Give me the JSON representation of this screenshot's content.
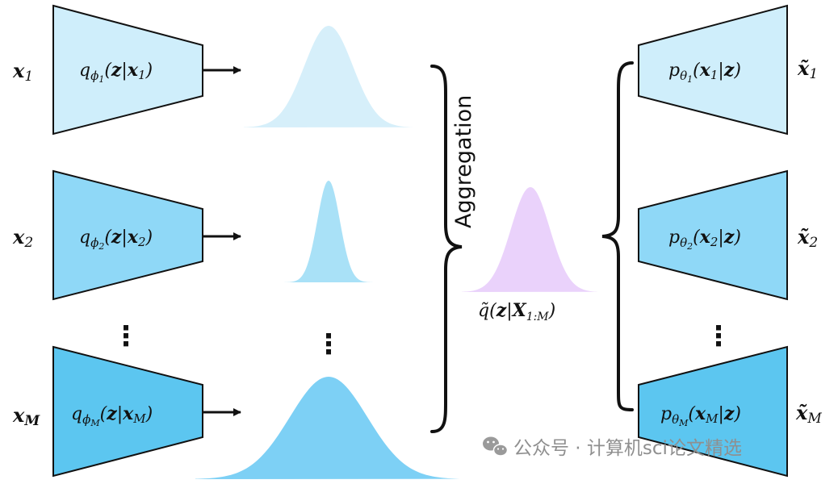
{
  "colors": {
    "encoder_1": "#cfeefb",
    "encoder_2": "#8fd8f7",
    "encoder_M": "#5cc6f0",
    "decoder_1": "#cfeefb",
    "decoder_2": "#8fd8f7",
    "decoder_M": "#5cc6f0",
    "gauss_1": "#d6effa",
    "gauss_2": "#a9e1f7",
    "gauss_M": "#7dd0f5",
    "gauss_agg": "#ead2fb",
    "stroke": "#111111",
    "watermark": "#8f8f8f"
  },
  "inputs": [
    {
      "base": "x",
      "sub": "1"
    },
    {
      "base": "x",
      "sub": "2"
    },
    {
      "base": "x",
      "sub": "M"
    }
  ],
  "encoders": [
    {
      "q": "q",
      "phi": "ϕ",
      "phi_sub": "1",
      "z": "z",
      "bar": "|",
      "x": "x",
      "x_sub": "1",
      "lp": "(",
      "rp": ")"
    },
    {
      "q": "q",
      "phi": "ϕ",
      "phi_sub": "2",
      "z": "z",
      "bar": "|",
      "x": "x",
      "x_sub": "2",
      "lp": "(",
      "rp": ")"
    },
    {
      "q": "q",
      "phi": "ϕ",
      "phi_sub": "M",
      "z": "z",
      "bar": "|",
      "x": "x",
      "x_sub": "M",
      "lp": "(",
      "rp": ")"
    }
  ],
  "aggregation_label": "Aggregation",
  "aggregate": {
    "q": "q̃",
    "lp": "(",
    "z": "z",
    "bar": "|",
    "X": "X",
    "sub": "1:M",
    "rp": ")"
  },
  "decoders": [
    {
      "p": "p",
      "theta": "θ",
      "theta_sub": "1",
      "x": "x",
      "x_sub": "1",
      "bar": "|",
      "z": "z",
      "lp": "(",
      "rp": ")"
    },
    {
      "p": "p",
      "theta": "θ",
      "theta_sub": "2",
      "x": "x",
      "x_sub": "2",
      "bar": "|",
      "z": "z",
      "lp": "(",
      "rp": ")"
    },
    {
      "p": "p",
      "theta": "θ",
      "theta_sub": "M",
      "x": "x",
      "x_sub": "M",
      "bar": "|",
      "z": "z",
      "lp": "(",
      "rp": ")"
    }
  ],
  "outputs": [
    {
      "base": "x̃",
      "sub": "1"
    },
    {
      "base": "x̃",
      "sub": "2"
    },
    {
      "base": "x̃",
      "sub": "M"
    }
  ],
  "ellipsis": "⋮",
  "watermark": {
    "icon": "wechat-icon",
    "text": "公众号 · 计算机sci论文精选"
  }
}
